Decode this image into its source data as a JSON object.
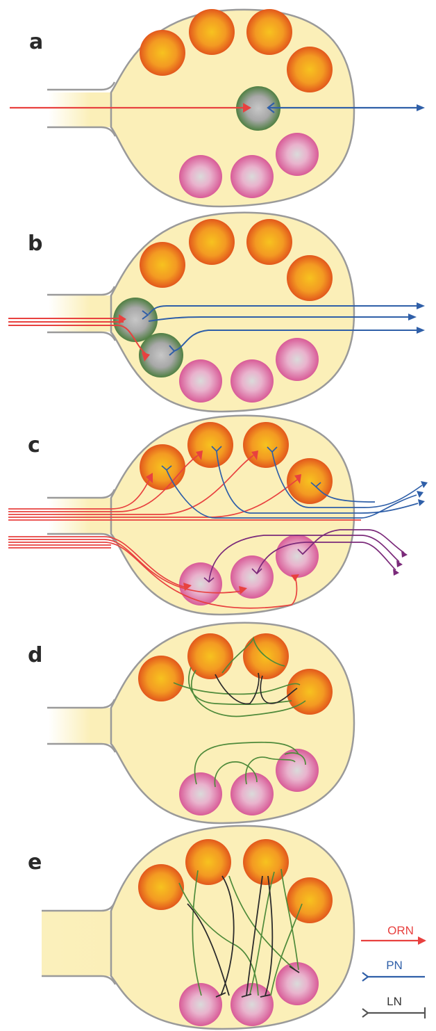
{
  "panels": [
    {
      "letter": "a"
    },
    {
      "letter": "b"
    },
    {
      "letter": "c"
    },
    {
      "letter": "d"
    },
    {
      "letter": "e"
    }
  ],
  "legend": [
    {
      "label": "ORN",
      "color": "#e8413f",
      "ending": "triangle"
    },
    {
      "label": "PN",
      "color": "#2f5fa8",
      "ending": "fork"
    },
    {
      "label": "LN",
      "color": "#555555",
      "ending": "bar"
    }
  ],
  "colors": {
    "bulb_fill": "#fbefb8",
    "bulb_outline": "#9a9a9a",
    "orange_cell": "#f07a20",
    "pink_cell": "#e27fb0",
    "green_cell": "#5a8a4a",
    "orn": "#e8413f",
    "pn": "#2f5fa8",
    "pn_pink_group": "#7b2a7a",
    "ln_green": "#4e8a3a",
    "ln_dark": "#2b2b2b"
  }
}
